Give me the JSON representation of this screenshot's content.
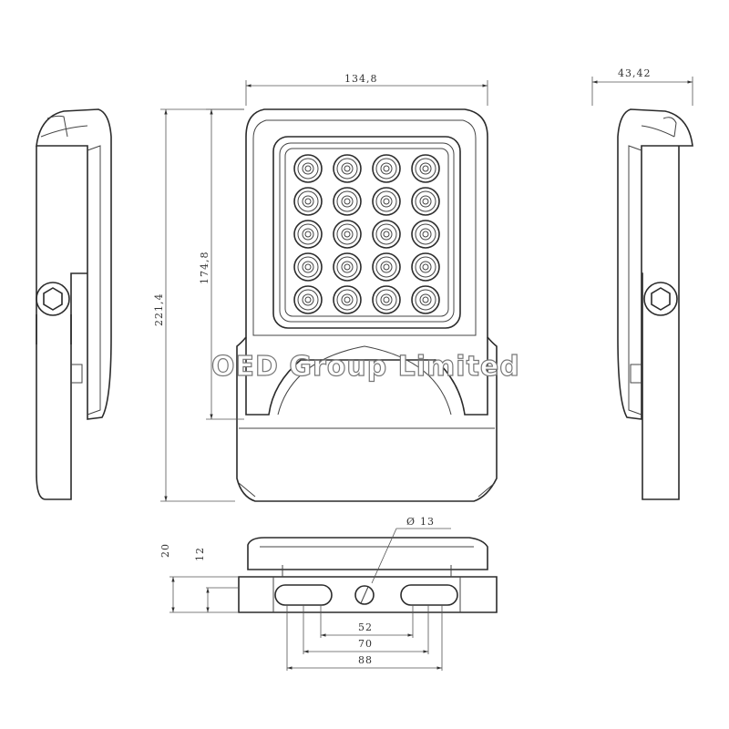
{
  "dimensions": {
    "front_width": "134,8",
    "side_depth": "43,42",
    "total_height": "221,4",
    "body_height": "174,8",
    "bracket_depth": "20",
    "bracket_thickness": "12",
    "hole_diameter": "13",
    "slot_inner": "52",
    "slot_center": "70",
    "slot_outer": "88"
  },
  "watermark": "OED Group Limited",
  "led_grid": {
    "rows": 5,
    "cols": 4
  }
}
